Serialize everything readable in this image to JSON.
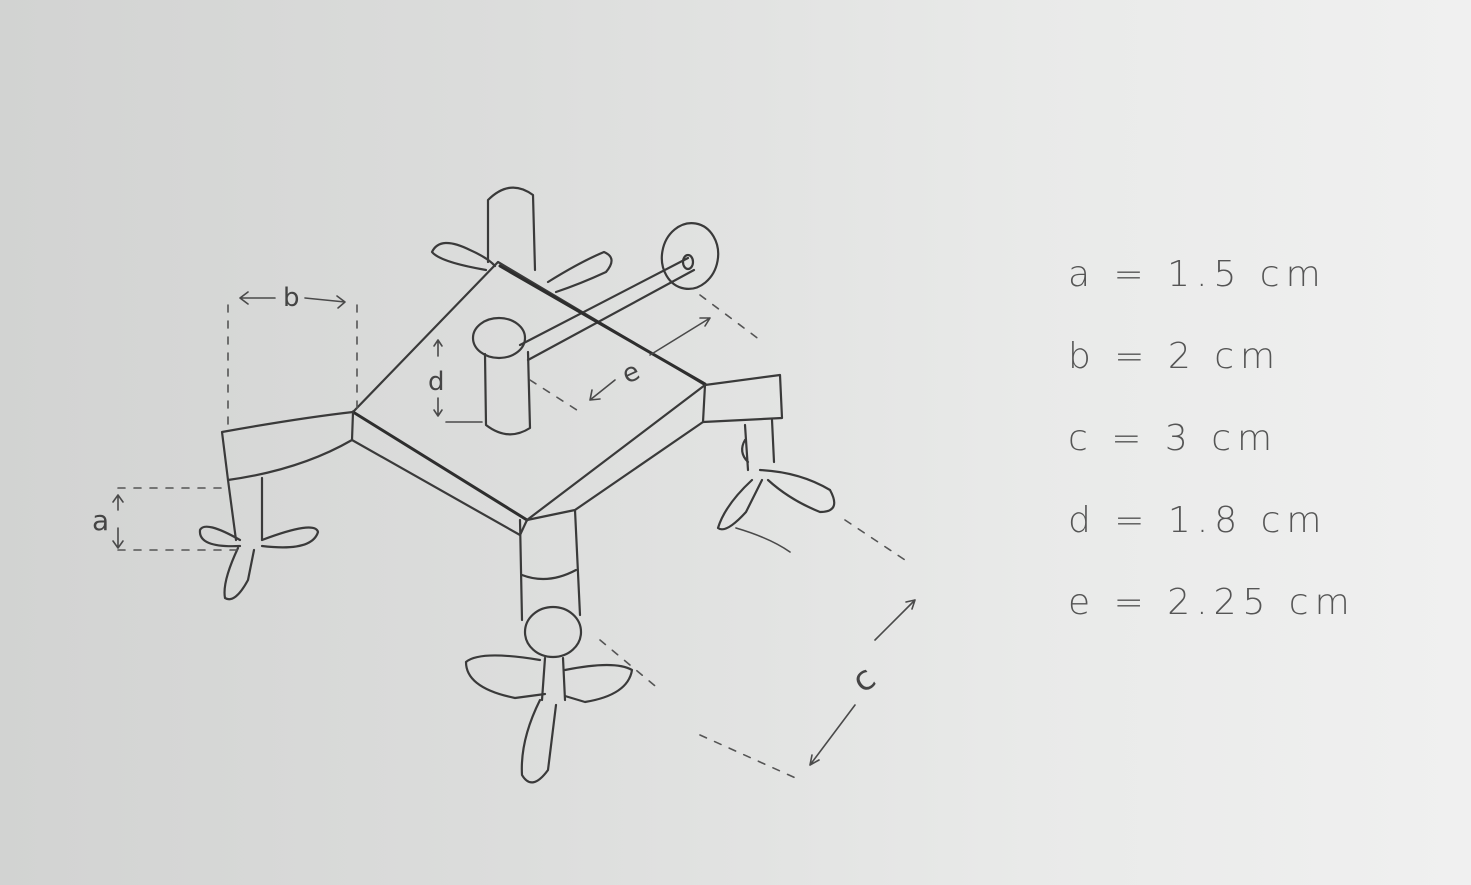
{
  "diagram": {
    "labels": {
      "a": "a",
      "b": "b",
      "c": "c",
      "d": "d",
      "e": "e"
    },
    "measurements": [
      "a = 1.5 cm",
      "b = 2 cm",
      "c = 3 cm",
      "d = 1.8 cm",
      "e = 2.25 cm"
    ]
  }
}
